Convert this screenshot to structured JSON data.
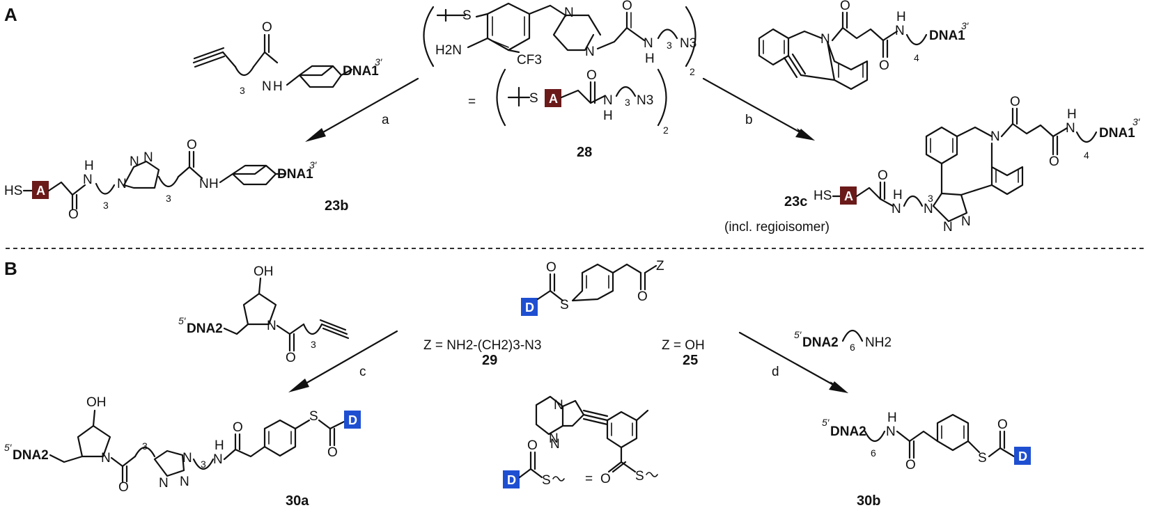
{
  "panels": {
    "a": "A",
    "b": "B"
  },
  "conditions": {
    "a": "a",
    "b": "b",
    "c": "c",
    "d": "d"
  },
  "compounds": {
    "c28": "28",
    "c23b": "23b",
    "c23c": "23c",
    "c29": "29",
    "c25": "25",
    "c30a": "30a",
    "c30b": "30b"
  },
  "notes": {
    "regio": "(incl. regioisomer)",
    "equals": "="
  },
  "labels": {
    "dna1": "DNA1",
    "dna1_end": "3′",
    "dna2": "DNA2",
    "dna2_end": "5′",
    "z29": "Z = NH2-(CH2)3-N3",
    "z25": "Z = OH",
    "Z": "Z",
    "S": "S",
    "SH": "HS",
    "N": "N",
    "H": "H",
    "O": "O",
    "OH": "OH",
    "H2N": "H2N",
    "CF3": "CF3",
    "N3": "N3",
    "NH2": "NH2",
    "sub2": "2",
    "sub3": "3",
    "sub4": "4",
    "sub6": "6"
  },
  "blocks": {
    "A": {
      "label": "A",
      "color": "#6b1a1a"
    },
    "D": {
      "label": "D",
      "color": "#1f4fd1"
    }
  }
}
